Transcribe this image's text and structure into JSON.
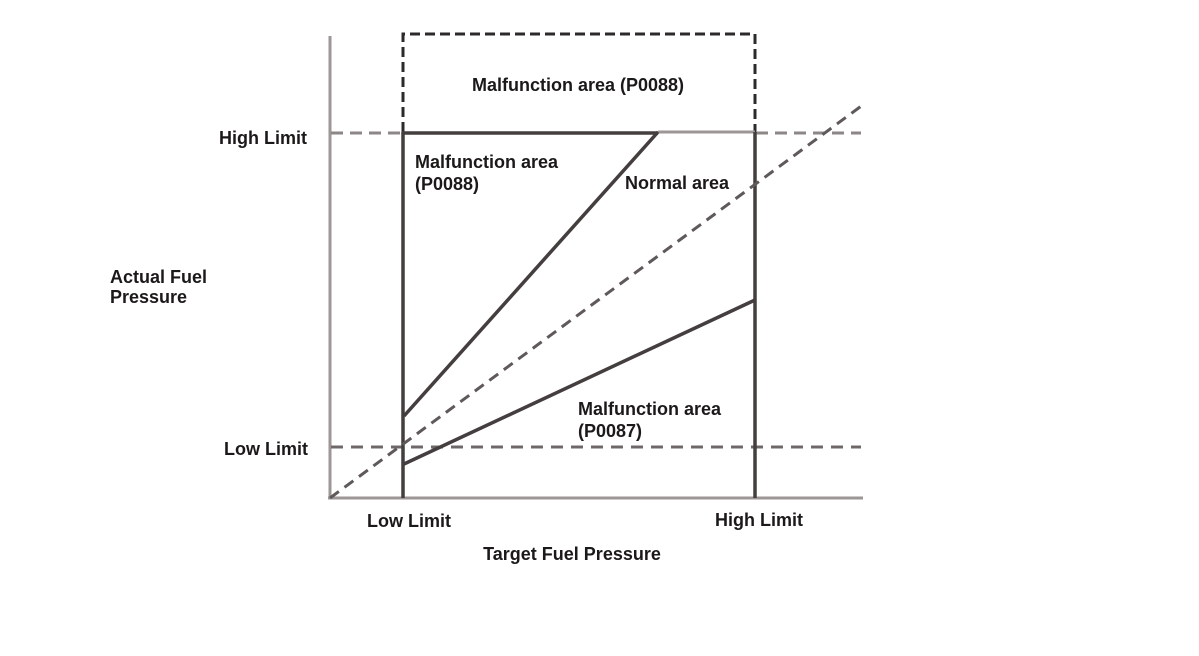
{
  "diagram": {
    "labels": {
      "top_malfunction": "Malfunction area (P0088)",
      "inner_malfunction_line1": "Malfunction area",
      "inner_malfunction_line2": "(P0088)",
      "normal_area": "Normal area",
      "lower_malfunction_line1": "Malfunction area",
      "lower_malfunction_line2": "(P0087)",
      "y_axis_high_limit": "High Limit",
      "y_axis_low_limit": "Low Limit",
      "y_axis_title_line1": "Actual Fuel",
      "y_axis_title_line2": "Pressure",
      "x_axis_low_limit": "Low Limit",
      "x_axis_high_limit": "High Limit",
      "x_axis_title": "Target Fuel Pressure"
    },
    "colors": {
      "axis_gray": "#9c9696",
      "solid_dark": "#453e3e",
      "dashed_dark": "#2d2a2a",
      "dashed_gray": "#6f6868",
      "dashed_light_gray": "#8c8686",
      "text": "#1c1919",
      "background": "#ffffff"
    }
  }
}
